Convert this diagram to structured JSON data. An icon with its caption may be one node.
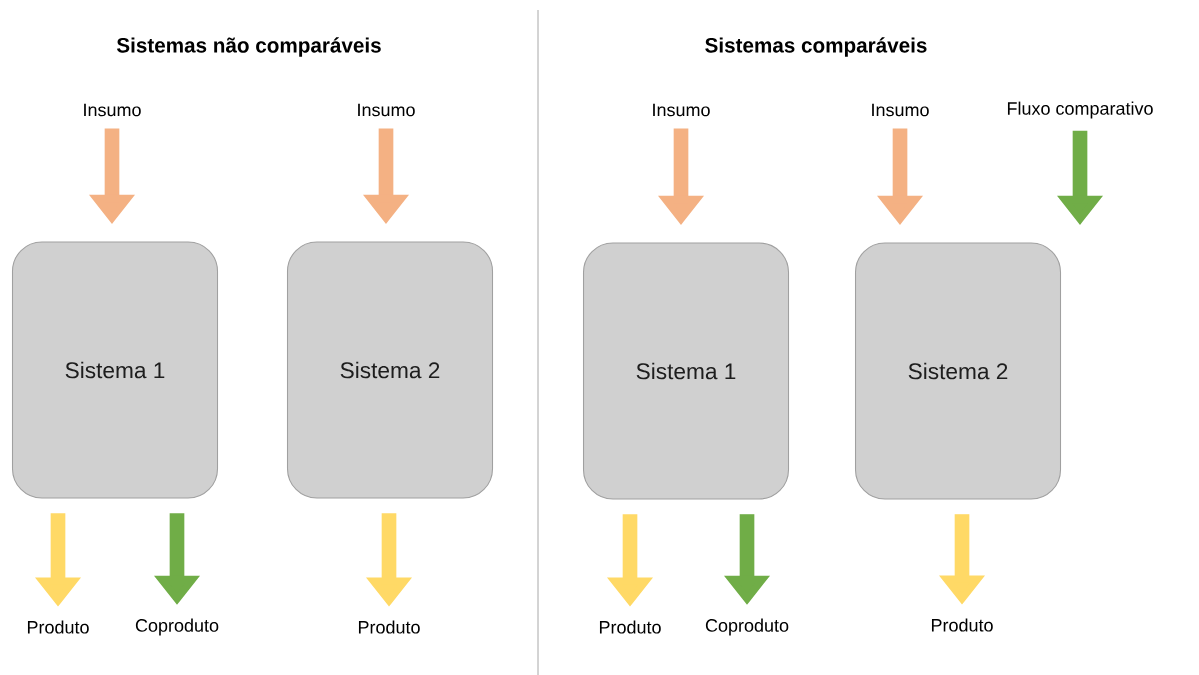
{
  "diagram": {
    "nodes": [
      {
        "text": [
          "Insumo"
        ]
      },
      {
        "text": [
          "Insumo"
        ]
      },
      {
        "text": [
          "Insumo"
        ]
      },
      {
        "text": [
          "Insumo"
        ]
      },
      {
        "text": [
          "Fluxo comparativo"
        ]
      },
      {
        "text": [
          "Sistema 1"
        ]
      },
      {
        "text": [
          "Sistema 2"
        ]
      },
      {
        "text": [
          "Sistema 1"
        ]
      },
      {
        "text": [
          "Sistema 2"
        ]
      },
      {
        "text": [
          "Produto"
        ]
      },
      {
        "text": [
          "Coproduto"
        ]
      },
      {
        "text": [
          "Produto"
        ]
      },
      {
        "text": [
          "Produto"
        ]
      },
      {
        "text": [
          "Coproduto"
        ]
      },
      {
        "text": [
          "Produto"
        ]
      }
    ],
    "edges": [
      {
        "from": 0,
        "to": 5,
        "arrow": "to",
        "color": "#f4b183"
      },
      {
        "from": 1,
        "to": 6,
        "arrow": "to",
        "color": "#f4b183"
      },
      {
        "from": 2,
        "to": 7,
        "arrow": "to",
        "color": "#f4b183"
      },
      {
        "from": 3,
        "to": 8,
        "arrow": "to",
        "color": "#f4b183"
      },
      {
        "from": 4,
        "to": 8,
        "arrow": "to",
        "color": "#70ad47"
      },
      {
        "from": 5,
        "to": 9,
        "arrow": "to",
        "color": "#ffd966"
      },
      {
        "from": 5,
        "to": 10,
        "arrow": "to",
        "color": "#70ad47"
      },
      {
        "from": 6,
        "to": 11,
        "arrow": "to",
        "color": "#ffd966"
      },
      {
        "from": 7,
        "to": 12,
        "arrow": "to",
        "color": "#ffd966"
      },
      {
        "from": 7,
        "to": 13,
        "arrow": "to",
        "color": "#70ad47"
      },
      {
        "from": 8,
        "to": 14,
        "arrow": "to",
        "color": "#ffd966"
      }
    ],
    "labels": [
      "Sistemas não comparáveis",
      "Sistemas comparáveis"
    ]
  }
}
